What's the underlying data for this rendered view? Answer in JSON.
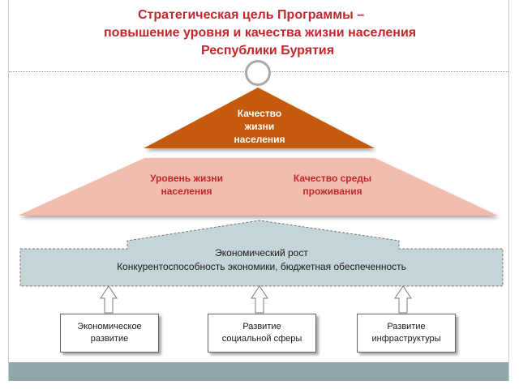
{
  "title": {
    "line1": "Стратегическая цель Программы –",
    "line2": "повышение уровня и качества жизни населения",
    "line3": "Республики Бурятия"
  },
  "apex": {
    "line1": "Качество",
    "line2": "жизни",
    "line3": "населения"
  },
  "middle": {
    "left": {
      "line1": "Уровень жизни",
      "line2": "населения"
    },
    "right": {
      "line1": "Качество среды",
      "line2": "проживания"
    }
  },
  "base": {
    "line1": "Экономический рост",
    "line2": "Конкурентоспособность экономики, бюджетная обеспеченность"
  },
  "boxes": [
    {
      "line1": "Экономическое",
      "line2": "развитие"
    },
    {
      "line1": "Развитие",
      "line2": "социальной сферы"
    },
    {
      "line1": "Развитие",
      "line2": "инфраструктуры"
    }
  ],
  "colors": {
    "title": "#c0282c",
    "apex_fill": "#c55a11",
    "middle_fill": "#f2bcae",
    "base_fill": "#c4d5d7",
    "band": "#8fa6ac"
  }
}
